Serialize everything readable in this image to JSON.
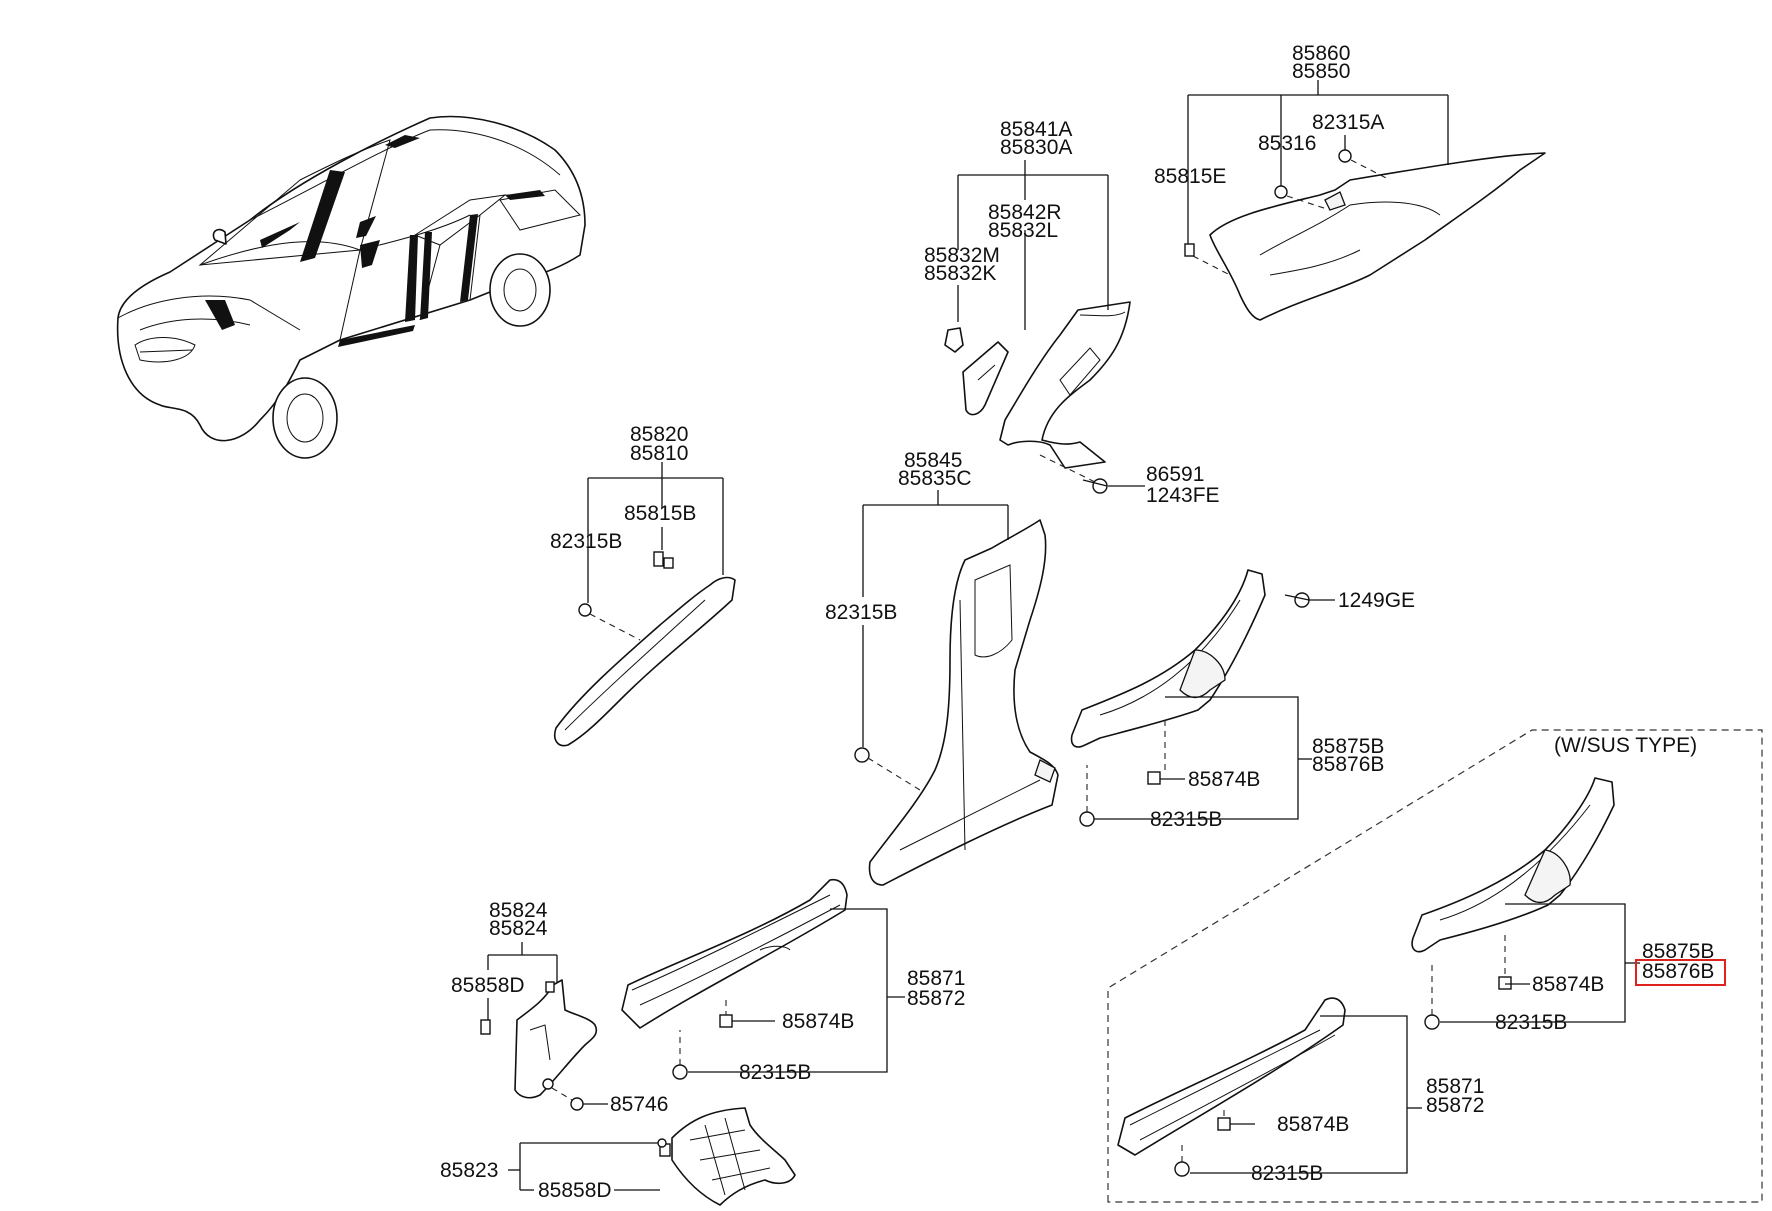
{
  "highlight_color": "#e0221f",
  "labels": {
    "roof_upper": "85860",
    "roof_lower": "85850",
    "roof_clip_a": "82315A",
    "roof_clip": "85316",
    "roof_clip_e": "85815E",
    "c_upper": "85841A",
    "c_lower": "85830A",
    "c_cover_r": "85842R",
    "c_cover_l": "85832L",
    "c_hook_m": "85832M",
    "c_hook_k": "85832K",
    "c_screw_a": "86591",
    "c_screw_b": "1243FE",
    "a_upper": "85820",
    "a_lower": "85810",
    "a_clip_b": "85815B",
    "a_clip": "82315B",
    "b_upper": "85845",
    "b_lower": "85835C",
    "b_clip": "82315B",
    "rear_screw": "1249GE",
    "rear_upper": "85875B",
    "rear_lower": "85876B",
    "rear_clip": "85874B",
    "rear_fast": "82315B",
    "sus_title": "(W/SUS TYPE)",
    "sus_rear_upper": "85875B",
    "sus_rear_lower": "85876B",
    "sus_rear_clip": "85874B",
    "sus_rear_fast": "82315B",
    "sus_front_upper": "85871",
    "sus_front_lower": "85872",
    "sus_front_clip": "85874B",
    "sus_front_fast": "82315B",
    "kick_upper": "85824",
    "kick_lower": "85824",
    "kick_clip": "85858D",
    "kick_screw": "85746",
    "front_upper": "85871",
    "front_lower": "85872",
    "front_clip": "85874B",
    "front_fast": "82315B",
    "cowl_part": "85823",
    "cowl_clip": "85858D"
  }
}
